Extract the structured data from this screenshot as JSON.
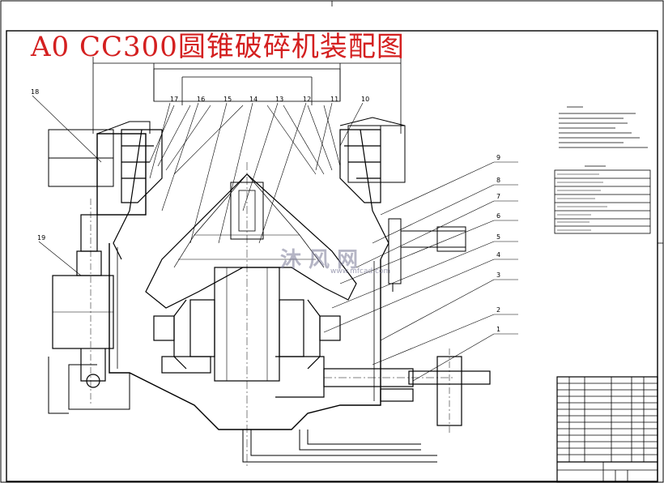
{
  "drawing": {
    "title": "A0 CC300圆锥破碎机装配图",
    "watermark_text": "沐 风 网",
    "watermark_url": "www.mfcad.com",
    "part_labels": [
      "17",
      "16",
      "15",
      "14",
      "13",
      "12",
      "11",
      "10",
      "9",
      "8",
      "7",
      "6",
      "5",
      "4",
      "3",
      "2",
      "1",
      "18",
      "19"
    ],
    "colors": {
      "title": "#d42020",
      "line": "#000000",
      "paper": "#ffffff"
    }
  }
}
